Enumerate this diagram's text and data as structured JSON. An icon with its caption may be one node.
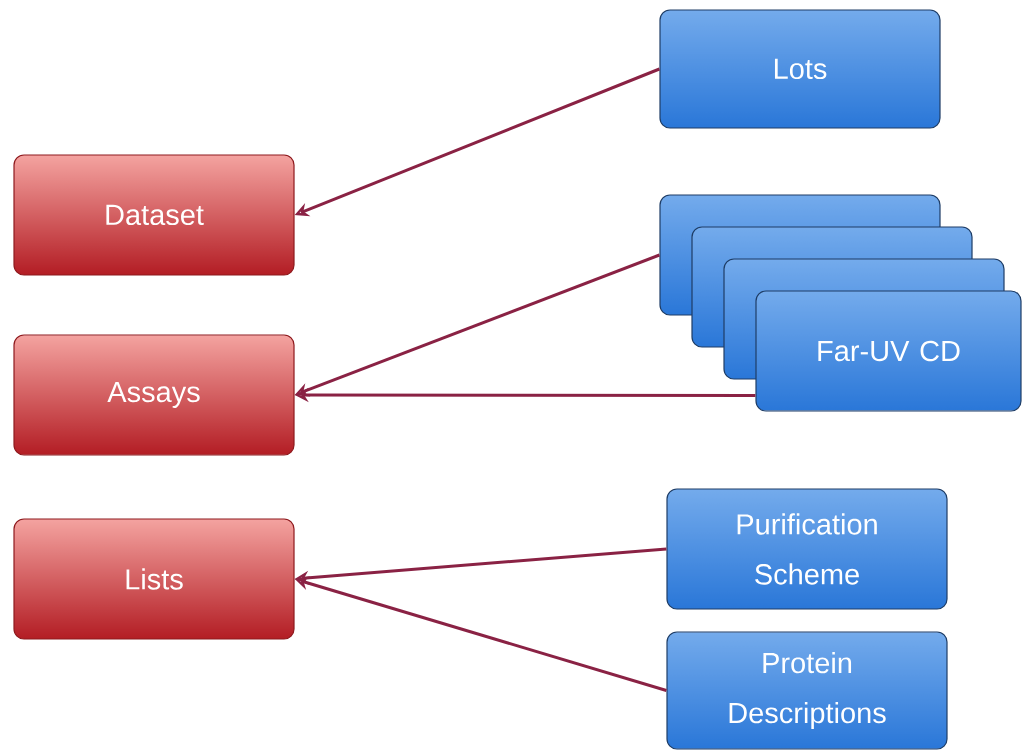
{
  "diagram": {
    "nodes": [
      {
        "text": [
          "Dataset"
        ]
      },
      {
        "text": [
          "Assays"
        ]
      },
      {
        "text": [
          "Lists"
        ]
      },
      {
        "text": [
          "Lots"
        ]
      },
      {
        "text": [],
        "shape": "box"
      },
      {
        "text": [],
        "shape": "box"
      },
      {
        "text": [],
        "shape": "box"
      },
      {
        "text": [
          "Far-UV CD"
        ]
      },
      {
        "text": [
          "Purification Scheme"
        ]
      },
      {
        "text": [
          "Protein Descriptions"
        ]
      }
    ],
    "edges": [
      {
        "from": 3,
        "to": 0,
        "arrow": "to"
      },
      {
        "from": 4,
        "to": 1,
        "arrow": "to"
      },
      {
        "from": 7,
        "to": 1,
        "arrow": "to"
      },
      {
        "from": 8,
        "to": 2,
        "arrow": "to"
      },
      {
        "from": 9,
        "to": 2,
        "arrow": "to"
      }
    ]
  }
}
